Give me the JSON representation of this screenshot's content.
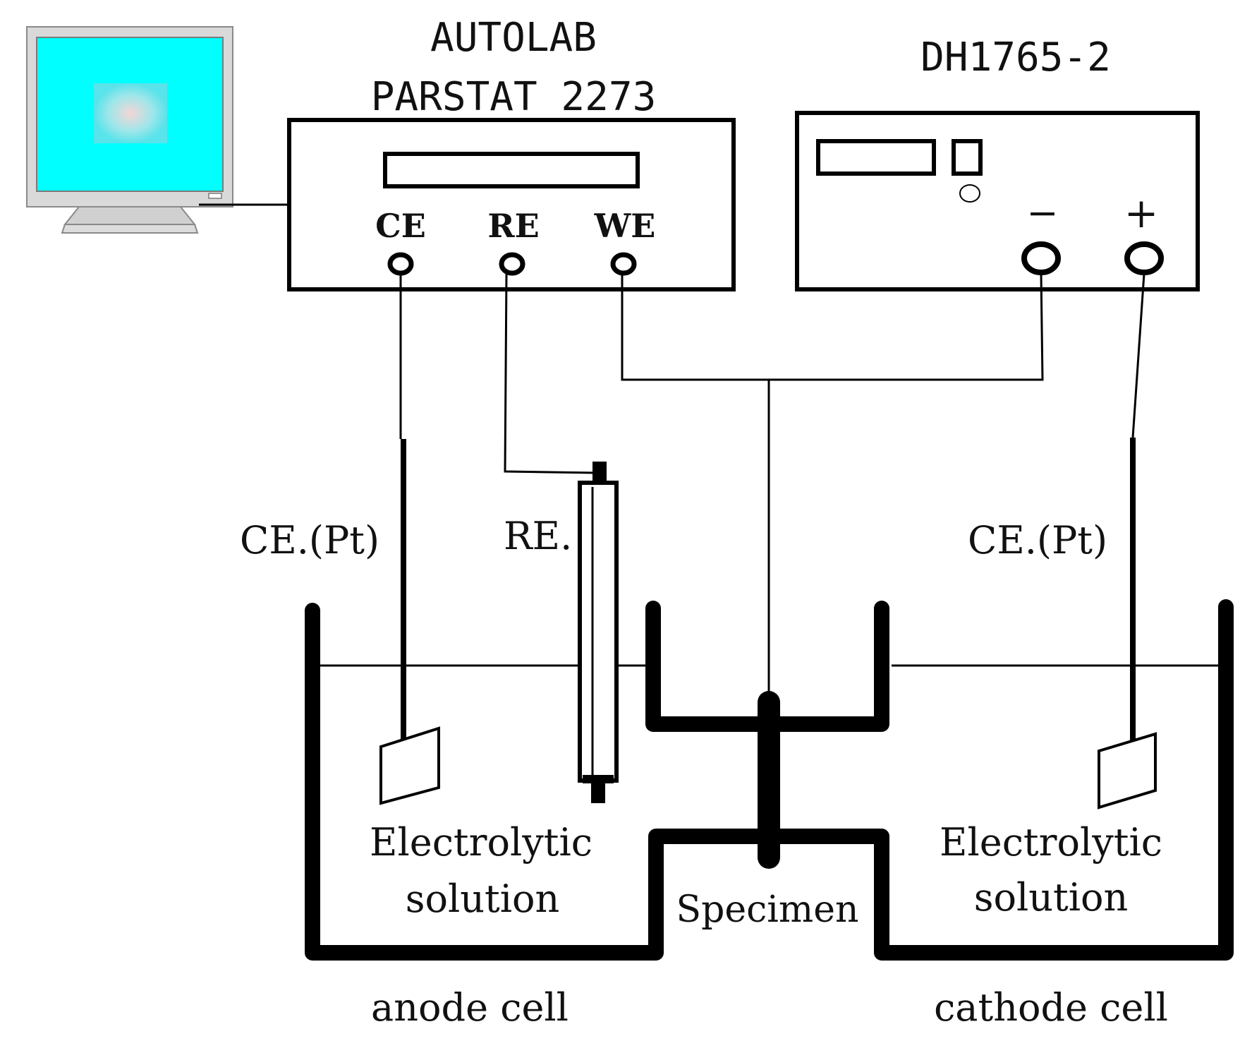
{
  "potentiostat": {
    "title_line1": "AUTOLAB",
    "title_line2": "PARSTAT 2273",
    "terminals": [
      "CE",
      "RE",
      "WE"
    ]
  },
  "power_supply": {
    "title": "DH1765-2",
    "minus": "−",
    "plus": "+"
  },
  "labels": {
    "ce_left": "CE.(Pt)",
    "re": "RE.",
    "ce_right": "CE.(Pt)",
    "solution_left_1": "Electrolytic",
    "solution_left_2": "solution",
    "solution_right_1": "Electrolytic",
    "solution_right_2": "solution",
    "specimen": "Specimen",
    "anode_cell": "anode cell",
    "cathode_cell": "cathode cell"
  },
  "colors": {
    "screen": "#00ffff",
    "screen_center": "#f2d9d9",
    "monitor_frame": "#d8d8d8",
    "stroke": "#000000"
  }
}
